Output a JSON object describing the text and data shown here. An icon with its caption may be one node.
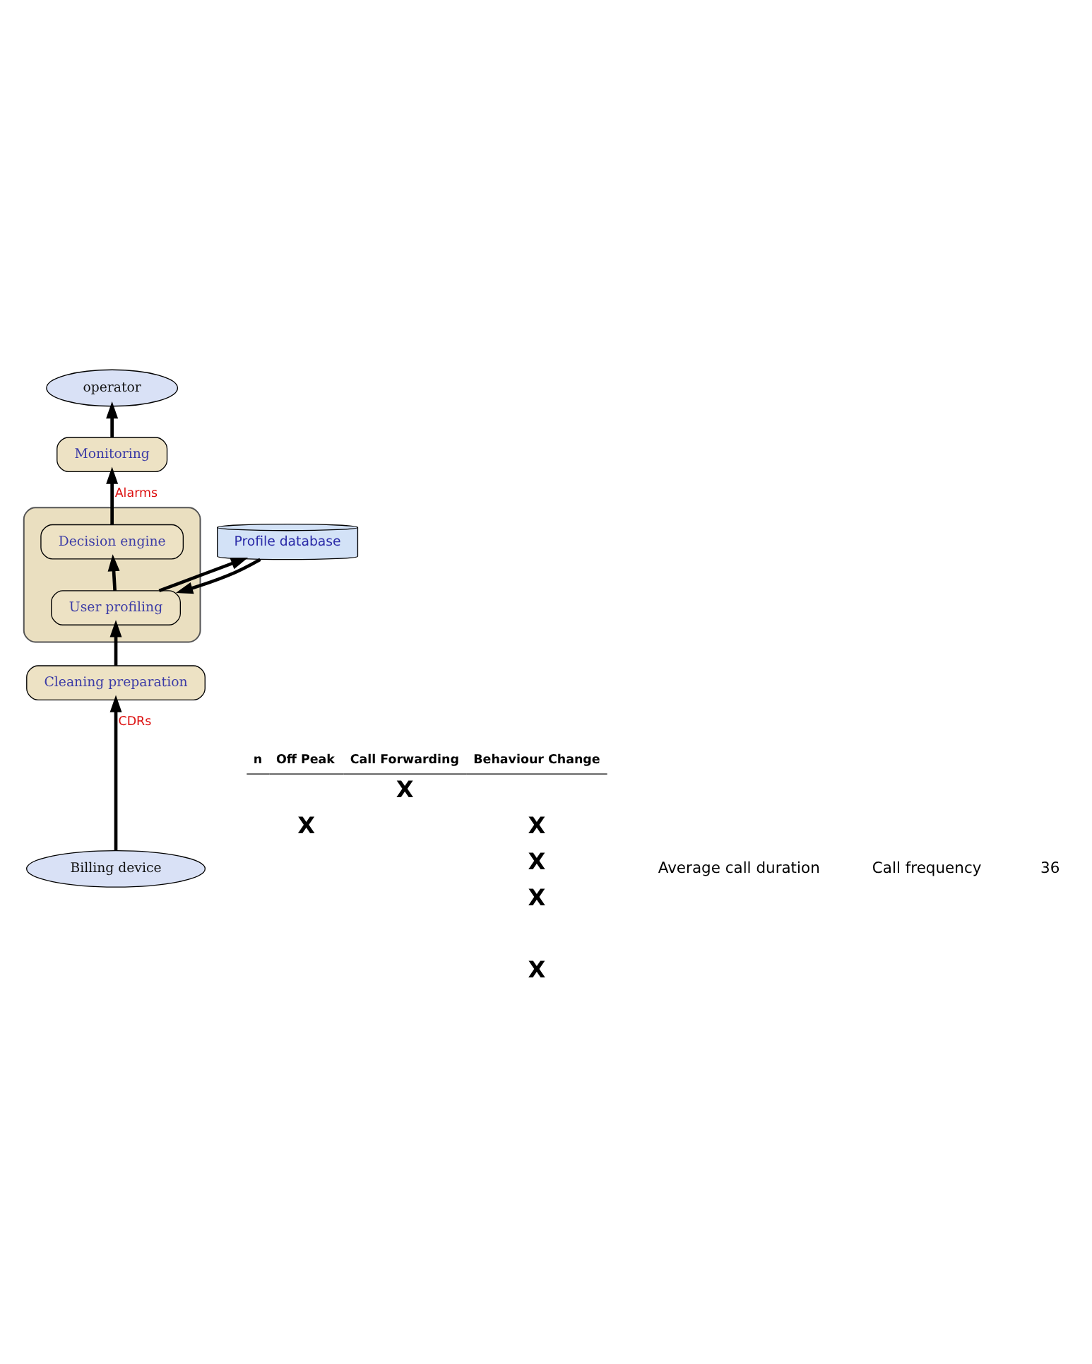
{
  "diagram": {
    "nodes": [
      {
        "text": [
          "operator"
        ]
      },
      {
        "text": [
          "Monitoring"
        ]
      },
      {
        "text": [],
        "shape": "box"
      },
      {
        "text": [
          "Decision engine"
        ],
        "in": 2
      },
      {
        "text": [
          "User profiling"
        ],
        "in": 2
      },
      {
        "text": [
          "Cleaning preparation"
        ]
      },
      {
        "text": [
          "Billing device"
        ]
      },
      {
        "text": [
          "Profile database"
        ]
      }
    ],
    "edges": [
      {
        "from": 6,
        "to": 5,
        "arrow": "to",
        "label": "CDRs"
      },
      {
        "from": 5,
        "to": 4,
        "arrow": "to"
      },
      {
        "from": 4,
        "to": 3,
        "arrow": "to"
      },
      {
        "from": 3,
        "to": 1,
        "arrow": "to",
        "label": "Alarms"
      },
      {
        "from": 1,
        "to": 0,
        "arrow": "to"
      },
      {
        "from": 4,
        "to": 7,
        "arrow": "to"
      },
      {
        "from": 7,
        "to": 4,
        "arrow": "to"
      }
    ],
    "labels": [
      "n",
      "Off Peak",
      "Call Forwarding",
      "Behaviour Change",
      "X",
      "X",
      "X",
      "X",
      "X",
      "X",
      "Average call duration",
      "Call frequency",
      "36"
    ]
  }
}
